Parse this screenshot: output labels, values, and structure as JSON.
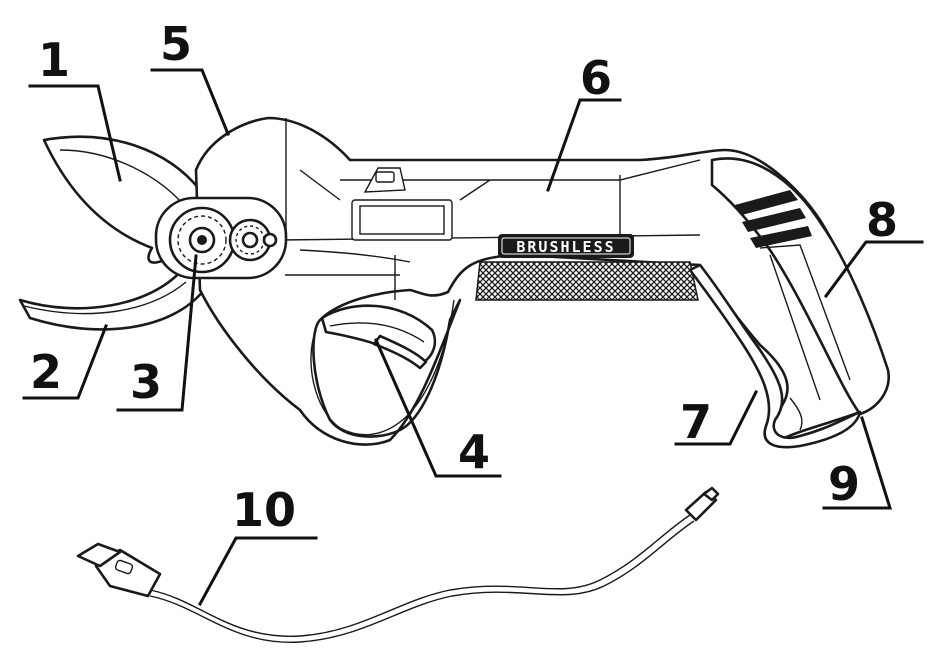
{
  "diagram": {
    "brand_text": "BRUSHLESS",
    "callouts": [
      {
        "id": "1",
        "label": "1"
      },
      {
        "id": "2",
        "label": "2"
      },
      {
        "id": "3",
        "label": "3"
      },
      {
        "id": "4",
        "label": "4"
      },
      {
        "id": "5",
        "label": "5"
      },
      {
        "id": "6",
        "label": "6"
      },
      {
        "id": "7",
        "label": "7"
      },
      {
        "id": "8",
        "label": "8"
      },
      {
        "id": "9",
        "label": "9"
      },
      {
        "id": "10",
        "label": "10"
      }
    ]
  }
}
